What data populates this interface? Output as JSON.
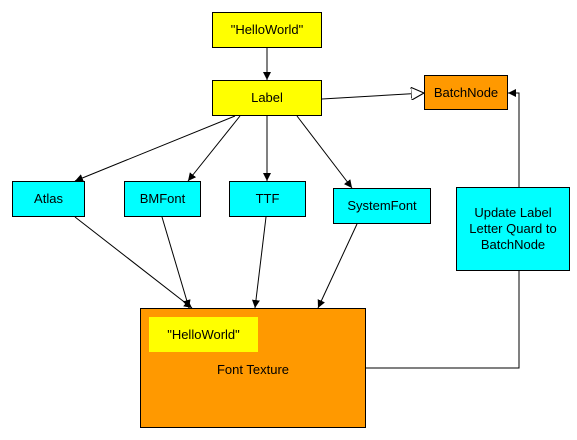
{
  "nodes": {
    "helloworld_top": {
      "text": "\"HelloWorld\"",
      "color": "#ffff00"
    },
    "label": {
      "text": "Label",
      "color": "#ffff00"
    },
    "batchnode": {
      "text": "BatchNode",
      "color": "#ff9900"
    },
    "atlas": {
      "text": "Atlas",
      "color": "#00ffff"
    },
    "bmfont": {
      "text": "BMFont",
      "color": "#00ffff"
    },
    "ttf": {
      "text": "TTF",
      "color": "#00ffff"
    },
    "systemfont": {
      "text": "SystemFont",
      "color": "#00ffff"
    },
    "update": {
      "lines": [
        "Update Label",
        "Letter Quard to",
        "BatchNode"
      ],
      "color": "#00ffff"
    },
    "font_texture": {
      "text": "Font Texture",
      "color": "#ff9900"
    },
    "helloworld_inner": {
      "text": "\"HelloWorld\"",
      "color": "#ffff00"
    }
  },
  "edges": [
    {
      "from": "helloworld_top",
      "to": "label",
      "arrow": "filled"
    },
    {
      "from": "label",
      "to": "batchnode",
      "arrow": "hollow"
    },
    {
      "from": "label",
      "to": "atlas",
      "arrow": "filled"
    },
    {
      "from": "label",
      "to": "bmfont",
      "arrow": "filled"
    },
    {
      "from": "label",
      "to": "ttf",
      "arrow": "filled"
    },
    {
      "from": "label",
      "to": "systemfont",
      "arrow": "filled"
    },
    {
      "from": "atlas",
      "to": "font_texture",
      "arrow": "filled"
    },
    {
      "from": "bmfont",
      "to": "font_texture",
      "arrow": "filled"
    },
    {
      "from": "ttf",
      "to": "font_texture",
      "arrow": "filled"
    },
    {
      "from": "systemfont",
      "to": "font_texture",
      "arrow": "filled"
    },
    {
      "from": "font_texture",
      "to": "batchnode",
      "arrow": "filled",
      "routing": "orthogonal"
    }
  ]
}
